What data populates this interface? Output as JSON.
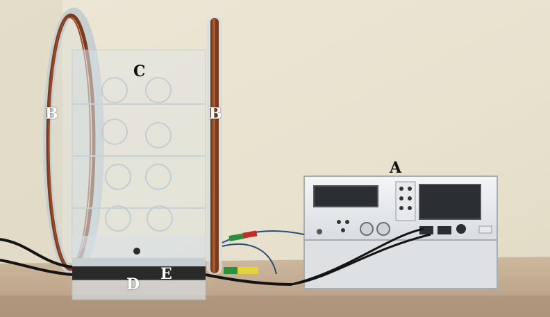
{
  "photo": {
    "labels": {
      "a": "A",
      "b_left": "B",
      "b_right": "B",
      "c": "C",
      "d": "D",
      "e": "E"
    },
    "colors": {
      "wall": "#e9e4d2",
      "table": "#c4ad92",
      "coil": "#7a3a1e",
      "acrylic": "#dfe6ea",
      "instrument_body": "#eceff2",
      "display": "#2b2e32",
      "cable": "#141414",
      "clip_green": "#2d8f3c",
      "clip_red": "#c42a2a",
      "clip_yellow": "#e3d339"
    }
  }
}
